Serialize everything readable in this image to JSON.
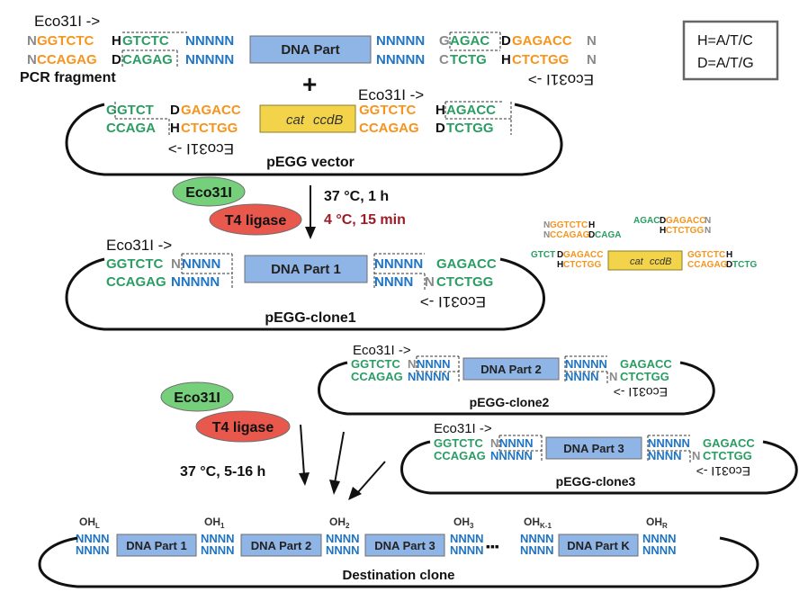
{
  "colors": {
    "orange": "#f7941d",
    "green": "#2a9d62",
    "blue": "#1f74c4",
    "gray": "#8a8a8a",
    "black": "#111111",
    "dark_red": "#9b1c24",
    "part_box": "#8fb4e6",
    "cat_box": "#f2d34a",
    "eco_oval": "#76cf7a",
    "t4_oval": "#e8584d"
  },
  "legend": {
    "h": "H=A/T/C",
    "d": "D=A/T/G"
  },
  "pcr": {
    "label": "PCR fragment",
    "eco_top": "Eco31I ->",
    "eco_bottom": "<- Eco31I",
    "part": "DNA Part",
    "top": {
      "n1": "N",
      "ggtctc": "GGTCTC",
      "h": "H",
      "gtctc": "GTCTC",
      "nnnnn": "NNNNN",
      "nnnnn2": "NNNNN",
      "g": "G",
      "agac": "AGAC",
      "d": "D",
      "gagacc": "GAGACC",
      "n2": "N"
    },
    "bottom": {
      "n1": "N",
      "ccagag": "CCAGAG",
      "d": "D",
      "cagag": "CAGAG",
      "nnnnn": "NNNNN",
      "nnnnn2": "NNNNN",
      "c": "C",
      "tctg": "TCTG",
      "h": "H",
      "ctctgg": "CTCTGG",
      "n2": "N"
    }
  },
  "plus": "+",
  "vector": {
    "label": "pEGG vector",
    "eco_top": "Eco31I ->",
    "eco_bottom": "<- Eco31I",
    "cat": "cat",
    "ccdb": "ccdB",
    "top": {
      "g1": "G",
      "gtct": "GTCT",
      "d": "D",
      "gagacc": "GAGACC",
      "ggtctc": "GGTCTC",
      "h": "H",
      "agacc": "AGACC"
    },
    "bottom": {
      "ccaga": "CCAGA",
      "h": "H",
      "ctctgg": "CTCTGG",
      "ccagag": "CCAGAG",
      "d": "D",
      "tctgg": "TCTGG"
    }
  },
  "step1": {
    "eco": "Eco31I",
    "t4": "T4 ligase",
    "cond1": "37 °C, 1 h",
    "cond2": "4 °C, 15 min"
  },
  "byproducts": {
    "a_top": {
      "n": "N",
      "ggtctc": "GGTCTC",
      "h": "H"
    },
    "a_bot": {
      "n": "N",
      "ccagag": "CCAGAG",
      "d": "D",
      "caga": "CAGA"
    },
    "b_top": {
      "agac": "AGAC",
      "d": "D",
      "gagacc": "GAGACC",
      "n": "N"
    },
    "b_bot": {
      "h": "H",
      "ctctgg": "CTCTGG",
      "n": "N"
    },
    "c_top": {
      "gtct": "GTCT",
      "d": "D",
      "gagacc": "GAGACC",
      "ggtctc": "GGTCTC",
      "h": "H"
    },
    "c_bot": {
      "h": "H",
      "ctctgg": "CTCTGG",
      "ccagag": "CCAGAG",
      "d": "D",
      "tctg": "TCTG"
    },
    "cat": "cat",
    "ccdb": "ccdB"
  },
  "clone1": {
    "label": "pEGG-clone1",
    "eco_top": "Eco31I ->",
    "eco_bottom": "<- Eco31I",
    "part": "DNA Part 1",
    "top_left": {
      "ggtctc": "GGTCTC",
      "n": "N",
      "nnnn": "NNNN"
    },
    "bot_left": {
      "ccagag": "CCAGAG",
      "nnnnn": "NNNNN"
    },
    "top_right": {
      "nnnnn": "NNNNN",
      "gagacc": "GAGACC"
    },
    "bot_right": {
      "nnnn": "NNNN",
      "n": "N",
      "ctctgg": "CTCTGG"
    }
  },
  "clone2": {
    "label": "pEGG-clone2",
    "eco_top": "Eco31I ->",
    "eco_bottom": "<- Eco31I",
    "part": "DNA Part 2",
    "top_left": {
      "ggtctc": "GGTCTC",
      "n": "N",
      "nnnn": "NNNN"
    },
    "bot_left": {
      "ccagag": "CCAGAG",
      "nnnnn": "NNNNN"
    },
    "top_right": {
      "nnnnn": "NNNNN",
      "gagacc": "GAGACC"
    },
    "bot_right": {
      "nnnn": "NNNN",
      "n": "N",
      "ctctgg": "CTCTGG"
    }
  },
  "clone3": {
    "label": "pEGG-clone3",
    "eco_top": "Eco31I ->",
    "eco_bottom": "<- Eco31I",
    "part": "DNA Part 3",
    "top_left": {
      "ggtctc": "GGTCTC",
      "n": "N",
      "nnnn": "NNNN"
    },
    "bot_left": {
      "ccagag": "CCAGAG",
      "nnnnn": "NNNNN"
    },
    "top_right": {
      "nnnnn": "NNNNN",
      "gagacc": "GAGACC"
    },
    "bot_right": {
      "nnnn": "NNNN",
      "n": "N",
      "ctctgg": "CTCTGG"
    }
  },
  "step2": {
    "eco": "Eco31I",
    "t4": "T4 ligase",
    "cond": "37 °C, 5-16 h"
  },
  "destination": {
    "label": "Destination clone",
    "nnnn": "NNNN",
    "dots": "▪▪▪",
    "parts": [
      "DNA Part 1",
      "DNA Part 2",
      "DNA Part 3",
      "DNA Part K"
    ],
    "overhangs": [
      {
        "base": "OH",
        "sub": "L"
      },
      {
        "base": "OH",
        "sub": "1"
      },
      {
        "base": "OH",
        "sub": "2"
      },
      {
        "base": "OH",
        "sub": "3"
      },
      {
        "base": "OH",
        "sub": "K-1"
      },
      {
        "base": "OH",
        "sub": "R"
      }
    ]
  }
}
